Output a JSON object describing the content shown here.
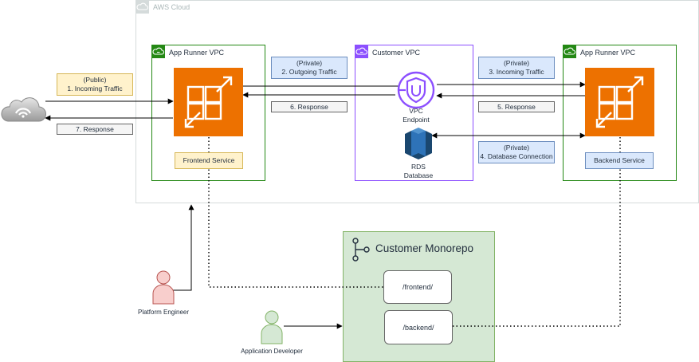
{
  "aws_cloud": {
    "label": "AWS Cloud"
  },
  "vpcs": {
    "frontend": {
      "label": "App Runner VPC"
    },
    "customer": {
      "label": "Customer VPC"
    },
    "backend": {
      "label": "App Runner VPC"
    }
  },
  "services": {
    "frontend": {
      "label": "Frontend Service"
    },
    "backend": {
      "label": "Backend Service"
    }
  },
  "endpoint": {
    "line1": "VPC",
    "line2": "Endpoint"
  },
  "database": {
    "line1": "RDS",
    "line2": "Database"
  },
  "flows": {
    "incoming_public": {
      "line1": "(Public)",
      "line2": "1. Incoming Traffic"
    },
    "outgoing_private": {
      "line1": "(Private)",
      "line2": "2. Outgoing Traffic"
    },
    "incoming_private": {
      "line1": "(Private)",
      "line2": "3. Incoming Traffic"
    },
    "db_connection": {
      "line1": "(Private)",
      "line2": "4. Database Connection"
    },
    "response_5": {
      "label": "5. Response"
    },
    "response_6": {
      "label": "6. Response"
    },
    "response_7": {
      "label": "7. Response"
    }
  },
  "monorepo": {
    "title": "Customer Monorepo",
    "frontend_path": "/frontend/",
    "backend_path": "/backend/"
  },
  "actors": {
    "platform_engineer": {
      "label": "Platform Engineer",
      "color": "#f8cecc"
    },
    "app_developer": {
      "label": "Application Developer",
      "color": "#d5e8d4"
    }
  },
  "colors": {
    "vpc_border": "#248814",
    "customer_vpc_border": "#8c4fff",
    "app_runner": "#ed7100",
    "monorepo_fill": "#d5e8d4",
    "monorepo_border": "#82b366"
  }
}
